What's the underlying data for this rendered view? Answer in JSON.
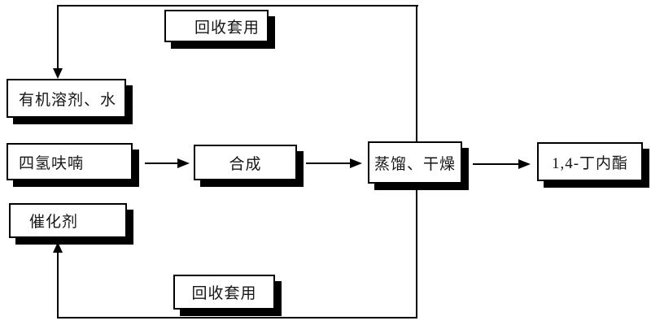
{
  "diagram": {
    "type": "process-flowchart",
    "boxes": {
      "recycle_top": "回收套用",
      "organic_solvent": "有机溶剂、水",
      "thf": "四氢呋喃",
      "catalyst": "催化剂",
      "synthesis": "合成",
      "distillation": "蒸馏、干燥",
      "product": "1,4-丁内酯",
      "recycle_bottom": "回收套用"
    },
    "edges": [
      {
        "from": "四氢呋喃",
        "to": "合成",
        "style": "solid-arrow"
      },
      {
        "from": "合成",
        "to": "蒸馏、干燥",
        "style": "solid-arrow"
      },
      {
        "from": "蒸馏、干燥",
        "to": "1,4-丁内酯",
        "style": "solid-arrow"
      },
      {
        "from": "蒸馏、干燥",
        "to": "有机溶剂、水",
        "via": "回收套用",
        "style": "solid-arrow",
        "route": "top-loop"
      },
      {
        "from": "蒸馏、干燥",
        "to": "催化剂",
        "via": "回收套用",
        "style": "solid-arrow",
        "route": "bottom-loop"
      }
    ],
    "colors": {
      "background": "#ffffff",
      "box_fill": "#ffffff",
      "box_border": "#000000",
      "box_shadow": "#000000",
      "line": "#000000",
      "text": "#161616"
    }
  }
}
